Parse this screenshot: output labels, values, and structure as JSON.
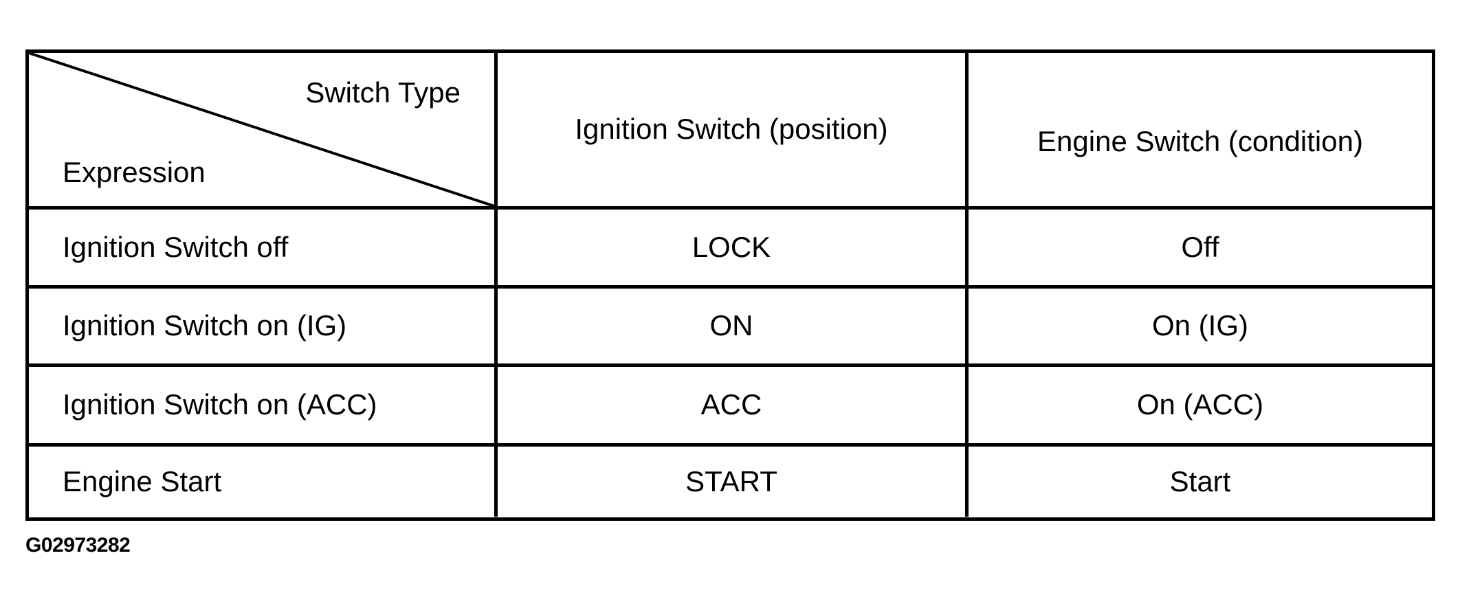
{
  "document": {
    "figure_id": "G02973282",
    "colors": {
      "line": "#000000",
      "background": "#ffffff",
      "text": "#000000"
    },
    "table": {
      "corner": {
        "top_right_label": "Switch Type",
        "bottom_left_label": "Expression"
      },
      "column_headers": [
        "Ignition Switch (position)",
        "Engine Switch (condition)"
      ],
      "rows": [
        {
          "expression": "Ignition Switch off",
          "ignition_switch_position": "LOCK",
          "engine_switch_condition": "Off"
        },
        {
          "expression": "Ignition Switch on (IG)",
          "ignition_switch_position": "ON",
          "engine_switch_condition": "On (IG)"
        },
        {
          "expression": "Ignition Switch on (ACC)",
          "ignition_switch_position": "ACC",
          "engine_switch_condition": "On (ACC)"
        },
        {
          "expression": "Engine Start",
          "ignition_switch_position": "START",
          "engine_switch_condition": "Start"
        }
      ]
    }
  }
}
